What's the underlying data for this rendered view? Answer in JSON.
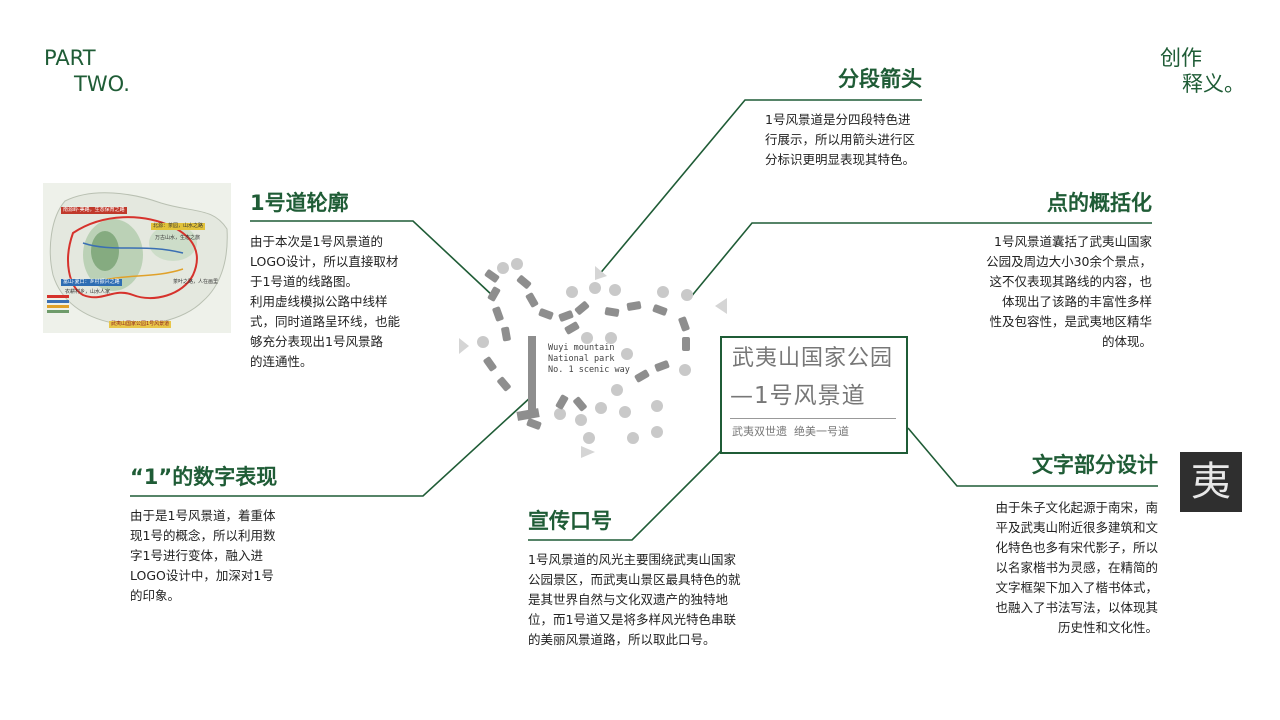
{
  "corner_left": {
    "line1": "PART",
    "line2": "TWO."
  },
  "corner_right": {
    "line1": "创作",
    "line2": "释义。"
  },
  "sections": {
    "outline": {
      "title": "1号道轮廓",
      "lines": [
        "由于本次是1号风景道的",
        "LOGO设计，所以直接取材",
        "于1号道的线路图。",
        "利用虚线模拟公路中线样",
        "式，同时道路呈环线，也能",
        "够充分表现出1号风景路",
        "的连通性。"
      ]
    },
    "arrows": {
      "title": "分段箭头",
      "lines": [
        "1号风景道是分四段特色进",
        "行展示，所以用箭头进行区",
        "分标识更明显表现其特色。"
      ]
    },
    "dots": {
      "title": "点的概括化",
      "lines": [
        "1号风景道囊括了武夷山国家",
        "公园及周边大小30余个景点，",
        "这不仅表现其路线的内容，也",
        "体现出了该路的丰富性多样",
        "性及包容性，是武夷地区精华",
        "的体现。"
      ]
    },
    "number": {
      "title": "“1”的数字表现",
      "lines": [
        "由于是1号风景道，着重体",
        "现1号的概念，所以利用数",
        "字1号进行变体，融入进",
        "LOGO设计中，加深对1号",
        "的印象。"
      ]
    },
    "slogan": {
      "title": "宣传口号",
      "lines": [
        "1号风景道的风光主要围绕武夷山国家",
        "公园景区，而武夷山景区最具特色的就",
        "是其世界自然与文化双遗产的独特地",
        "位，而1号道又是将多样风光特色串联",
        "的美丽风景道路，所以取此口号。"
      ]
    },
    "text_design": {
      "title": "文字部分设计",
      "lines": [
        "由于朱子文化起源于南宋，南",
        "平及武夷山附近很多建筑和文",
        "化特色也多有宋代影子，所以",
        "以名家楷书为灵感，在精简的",
        "文字框架下加入了楷书体式，",
        "也融入了书法写法，以体现其",
        "历史性和文化性。"
      ]
    }
  },
  "logo": {
    "english": [
      "Wuyi mountain",
      "National park",
      "No. 1 scenic way"
    ],
    "title_line1": "武夷山国家公园",
    "title_line2": "—1号风景道",
    "slogan": "武夷双世遗  绝美一号道"
  },
  "map_labels": [
    "南源岭·美路，生态保育之路",
    "北源：茶园，山水之路",
    "万古山水，生态之旅",
    "富山·夏口：乡村振兴之路",
    "农耕村乡，山水人家",
    "茶叶之路，人在画里",
    "武夷山国家公园1号风景道"
  ],
  "calligraphy_char": "夷",
  "colors": {
    "accent": "#1f5c36",
    "dot": "#c9c9c9",
    "dash": "#8e8e8e"
  }
}
